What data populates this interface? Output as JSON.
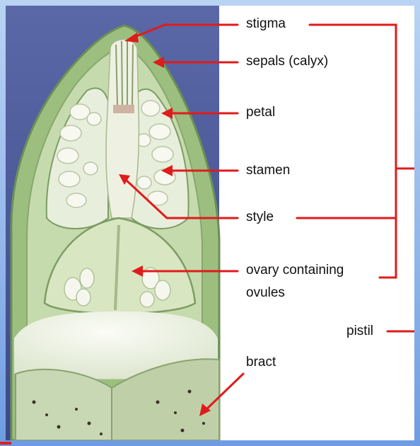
{
  "figure": {
    "labels": {
      "stigma": "stigma",
      "sepals": "sepals (calyx)",
      "petal": "petal",
      "stamen": "stamen",
      "style": "style",
      "ovary_line1": "ovary containing",
      "ovary_line2": "ovules",
      "pistil": "pistil",
      "bract": "bract"
    },
    "colors": {
      "arrow": "#e01b1b",
      "photo_background": "#4a5a9c",
      "tissue_green": "#9fbf83",
      "tissue_white": "#f4f6ec",
      "label_text": "#111111"
    }
  }
}
